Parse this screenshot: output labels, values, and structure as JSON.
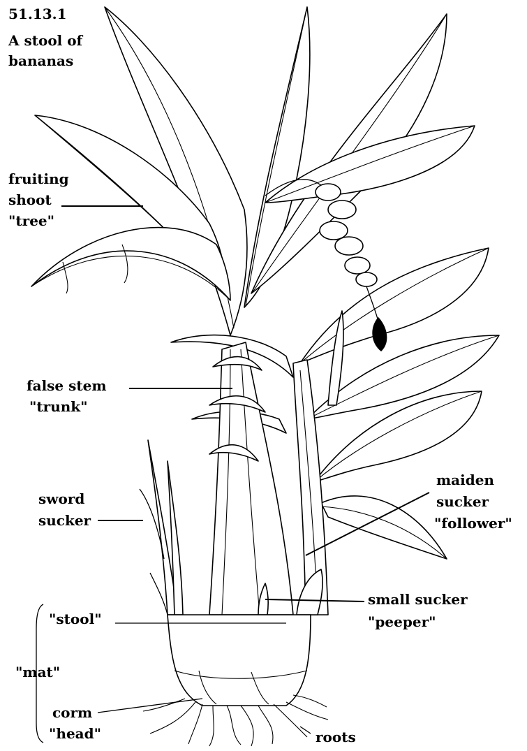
{
  "figure_number": "51.13.1",
  "caption_line1": "A stool of",
  "caption_line2": "bananas",
  "labels": {
    "fruiting_shoot": [
      "fruiting",
      "shoot",
      "\"tree\""
    ],
    "false_stem": [
      "false stem",
      "\"trunk\""
    ],
    "sword_sucker": [
      "sword",
      "sucker"
    ],
    "maiden_sucker": [
      "maiden",
      "sucker",
      "\"follower\""
    ],
    "small_sucker": [
      "small sucker",
      "\"peeper\""
    ],
    "stool": "\"stool\"",
    "mat": "\"mat\"",
    "corm": [
      "corm",
      "\"head\""
    ],
    "roots": "roots"
  }
}
